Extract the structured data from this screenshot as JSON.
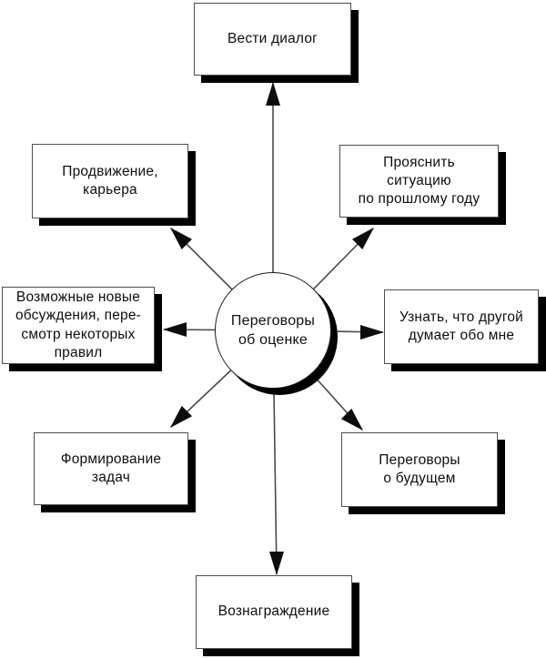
{
  "diagram": {
    "center": {
      "label": "Переговоры\nоб оценке"
    },
    "nodes": [
      {
        "id": "top",
        "label": "Вести диалог"
      },
      {
        "id": "top-left",
        "label": "Продвижение,\nкарьера"
      },
      {
        "id": "top-right",
        "label": "Прояснить\nситуацию\nпо прошлому году"
      },
      {
        "id": "left",
        "label": "Возможные новые\nобсуждения, пере-\nсмотр некоторых\nправил"
      },
      {
        "id": "right",
        "label": "Узнать, что другой\nдумает обо мне"
      },
      {
        "id": "bottom-left",
        "label": "Формирование\nзадач"
      },
      {
        "id": "bottom-right",
        "label": "Переговоры\nо будущем"
      },
      {
        "id": "bottom",
        "label": "Вознаграждение"
      }
    ],
    "colors": {
      "background": "#ffffff",
      "box_background": "#ffffff",
      "box_border": "#4f4f4f",
      "shadow": "#000000",
      "arrow_head": "#0d0d0d",
      "arrow_line": "#4a4a4a",
      "text": "#0f0f0f"
    }
  }
}
